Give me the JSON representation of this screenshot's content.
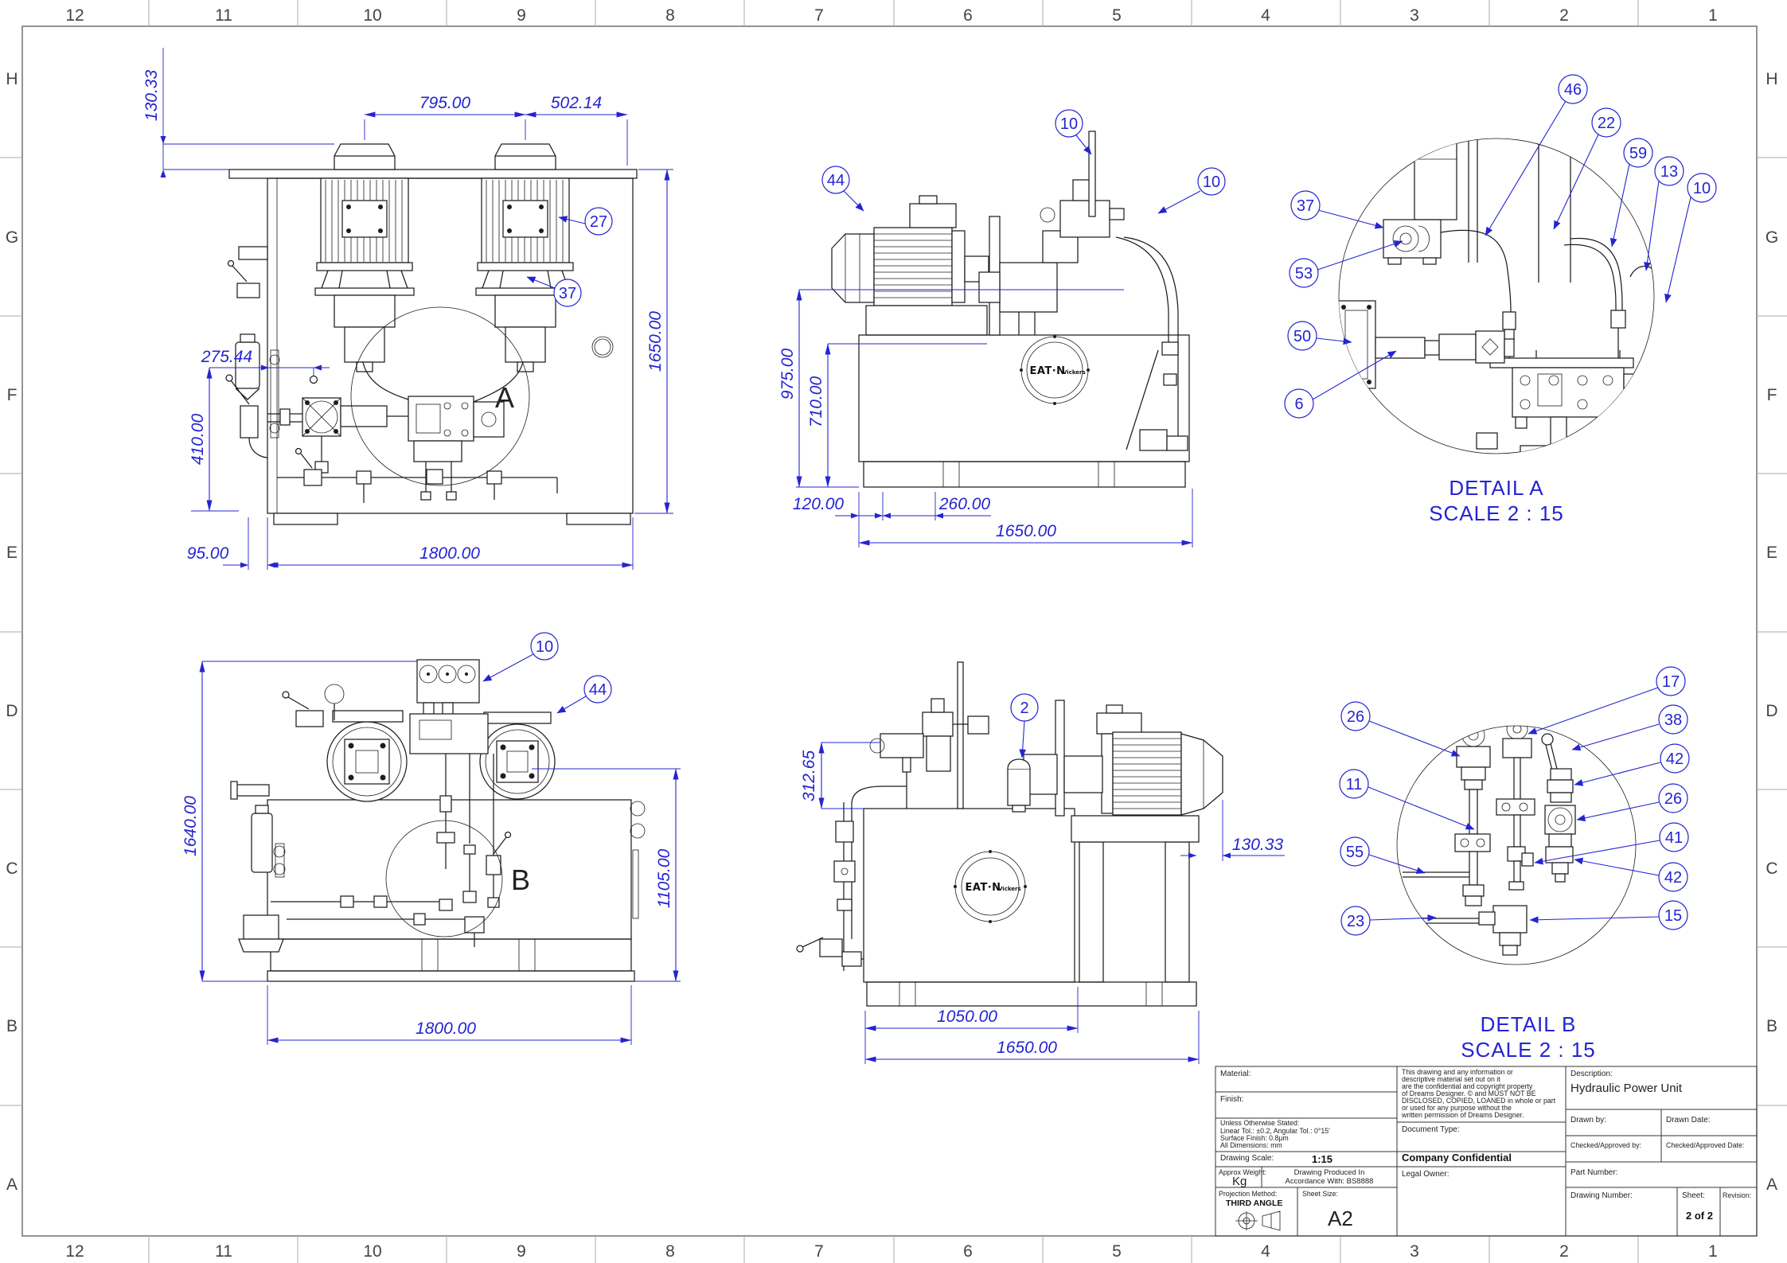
{
  "colors": {
    "annotation_blue": "#2424d2",
    "linework_black": "#1d1d1d"
  },
  "grid": {
    "cols": [
      "12",
      "11",
      "10",
      "9",
      "8",
      "7",
      "6",
      "5",
      "4",
      "3",
      "2",
      "1"
    ],
    "rows": [
      "H",
      "G",
      "F",
      "E",
      "D",
      "C",
      "B",
      "A"
    ]
  },
  "logo": {
    "brand": "EAT·N",
    "sub": "Vickers"
  },
  "front_view": {
    "dims": {
      "motor_overhang": "130.33",
      "motor_spacing": "795.00",
      "motor_to_edge": "502.14",
      "height": "1650.00",
      "valve_offset": "275.44",
      "valve_height": "410.00",
      "pump_offset": "95.00",
      "tank_length": "1800.00"
    },
    "balloons": [
      "27",
      "37"
    ],
    "detail_mark": "A"
  },
  "side_view_top": {
    "dims": {
      "shaft_height": "975.00",
      "platform_height": "710.00",
      "foot_width": "120.00",
      "foot_spacing": "260.00",
      "tank_width": "1650.00"
    },
    "balloons": [
      "44",
      "10",
      "10"
    ]
  },
  "detail_a": {
    "title": "DETAIL A",
    "scale": "SCALE 2 : 15",
    "balloons": [
      "37",
      "53",
      "50",
      "6",
      "46",
      "22",
      "59",
      "13",
      "10"
    ]
  },
  "rear_view": {
    "dims": {
      "overall_height": "1640.00",
      "pump_height": "1105.00",
      "tank_length": "1800.00"
    },
    "balloons": [
      "10",
      "44"
    ],
    "detail_mark": "B"
  },
  "side_view_bottom": {
    "dims": {
      "valve_height": "312.65",
      "motor_overhang": "130.33",
      "tank_part": "1050.00",
      "tank_width": "1650.00"
    },
    "balloons": [
      "2"
    ]
  },
  "detail_b": {
    "title": "DETAIL B",
    "scale": "SCALE 2 : 15",
    "balloons_left": [
      "26",
      "11",
      "55",
      "23"
    ],
    "balloons_right": [
      "17",
      "38",
      "42",
      "26",
      "41",
      "42",
      "15"
    ]
  },
  "title_block": {
    "material_label": "Material:",
    "finish_label": "Finish:",
    "tolerance_lines": [
      "Unless Otherwise Stated:",
      "Linear Tol.: ±0.2, Angular Tol.: 0°15'",
      "Surface Finish: 0.8µm",
      "All Dimensions: mm"
    ],
    "drawing_scale_label": "Drawing Scale:",
    "drawing_scale_value": "1:15",
    "approx_weight_label": "Approx Weight:",
    "approx_weight_value": "Kg",
    "produced_line1": "Drawing Produced In",
    "produced_line2": "Accordance With: BS8888",
    "projection_label": "Projection Method:",
    "projection_value": "THIRD ANGLE",
    "sheet_size_label": "Sheet Size:",
    "sheet_size_value": "A2",
    "confidential_lines": [
      "This drawing and any information or",
      "descriptive material set out on it",
      "are the confidential and copyright property",
      "of Dreams Designer. © and MUST NOT BE",
      "DISCLOSED, COPIED, LOANED in whole or part",
      "or used for any purpose without the",
      "written permission of Dreams Designer."
    ],
    "document_type_label": "Document Type:",
    "company_confidential": "Company Confidential",
    "legal_owner_label": "Legal Owner:",
    "description_label": "Description:",
    "description_value": "Hydraulic Power Unit",
    "drawn_by_label": "Drawn by:",
    "drawn_date_label": "Drawn Date:",
    "checked_by_label": "Checked/Approved by:",
    "checked_date_label": "Checked/Approved Date:",
    "part_number_label": "Part Number:",
    "drawing_number_label": "Drawing Number:",
    "sheet_label": "Sheet:",
    "sheet_value": "2 of 2",
    "revision_label": "Revision:"
  }
}
